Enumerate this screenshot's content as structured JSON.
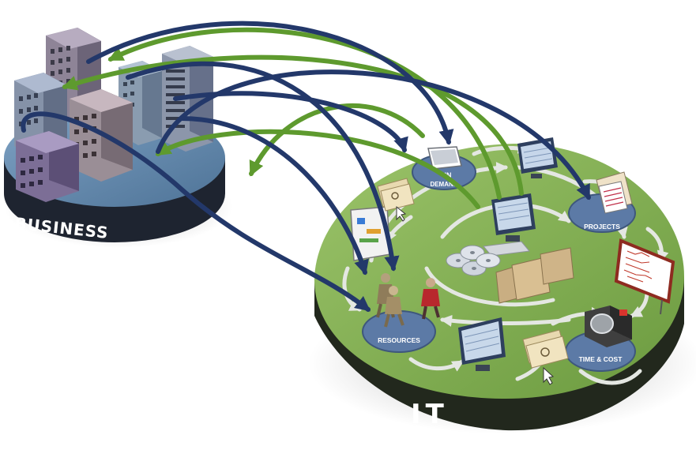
{
  "platforms": {
    "business": {
      "label": "BUSINESS",
      "color": "#5f84a8"
    },
    "it": {
      "label": "IT",
      "color": "#7fae4f"
    }
  },
  "nodes": {
    "demand": {
      "label_line1": "IN",
      "label_line2": "DEMAND"
    },
    "projects": {
      "label": "PROJECTS"
    },
    "resources": {
      "label": "RESOURCES"
    },
    "time_cost": {
      "label": "TIME & COST"
    }
  },
  "colors": {
    "arrow_dark": "#23386a",
    "arrow_green": "#5e9a2e",
    "node_fill": "#5c7aa6",
    "cycle_arrow": "#e4e7e2"
  }
}
